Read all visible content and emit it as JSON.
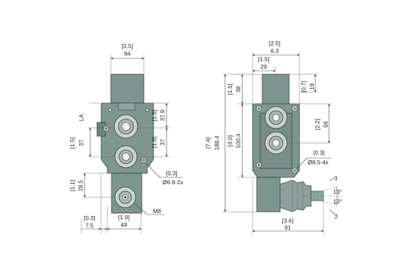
{
  "front_view": {
    "width_imperial": "[2.5]",
    "width": "64",
    "port_label": "LA",
    "upper_right_imperial": "[1.5]",
    "upper_right": "37.9",
    "left_pitch_imperial": "[1.5]",
    "left_pitch": "37",
    "right_pitch_imperial": "[1.5]",
    "right_pitch": "37",
    "mount_hole_imperial": "[0.3]",
    "mount_hole": "Ø6.8-2x",
    "lower_height_imperial": "[1.1]",
    "lower_height": "28.5",
    "thread": "M8",
    "offset_imperial": "[0.3]",
    "offset": "7.5",
    "bottom_width_imperial": "[1.9]",
    "bottom_width": "49"
  },
  "side_view": {
    "width_imperial": "[2.5]",
    "width": "6.3",
    "offset_imperial": "[1.5]",
    "offset": "29",
    "top_height_imperial": "[1.5]",
    "top_height": "38",
    "right_top_imperial": "[0.7]",
    "right_top": "19",
    "total_height_imperial": "[7.4]",
    "total_height": "188.4",
    "body_height_imperial": "[4.0]",
    "body_height": "100.4",
    "port_pitch_imperial": "[2.2]",
    "port_pitch": "56",
    "mount_hole_imperial": "[0.3]",
    "mount_hole": "Ø8.5-4x",
    "lever_pos_1": "1",
    "lever_angle_1": "13°",
    "lever_angle_2": "13°",
    "lever_pos_2": "2",
    "bottom_width_imperial": "[3.6]",
    "bottom_width": "91"
  }
}
